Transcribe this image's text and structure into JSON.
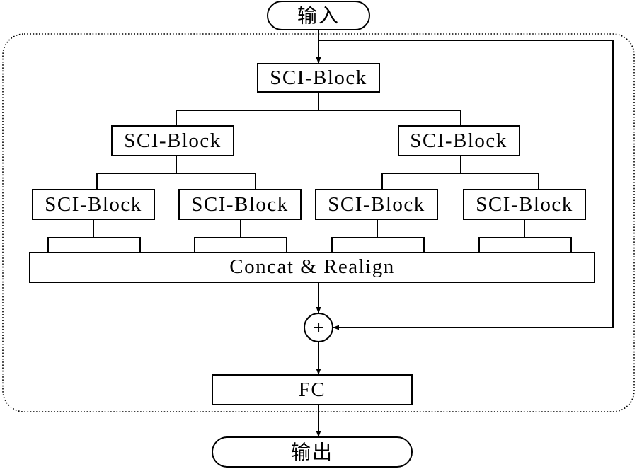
{
  "input_label": "输入",
  "output_label": "输出",
  "blocks": {
    "root": "SCI-Block",
    "level2": [
      "SCI-Block",
      "SCI-Block"
    ],
    "level3": [
      "SCI-Block",
      "SCI-Block",
      "SCI-Block",
      "SCI-Block"
    ]
  },
  "concat_label": "Concat & Realign",
  "add_symbol": "+",
  "fc_label": "FC"
}
